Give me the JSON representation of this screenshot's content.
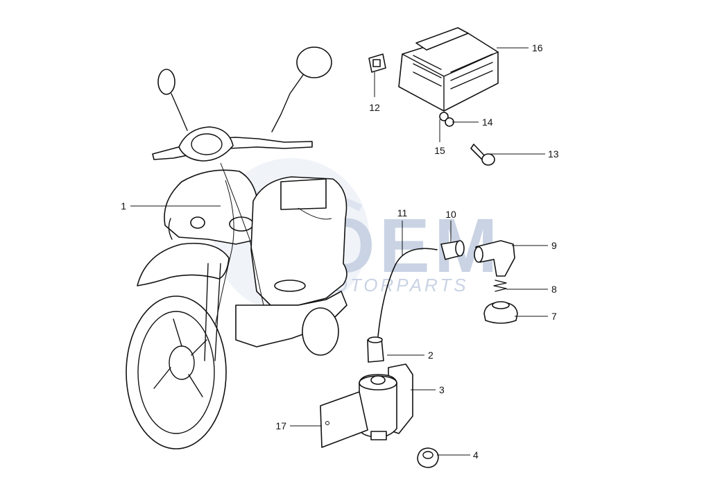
{
  "watermark": {
    "brand": "OEM",
    "tagline": "MOTORPARTS",
    "color": "#c9d3e4"
  },
  "callouts": {
    "c1": "1",
    "c2": "2",
    "c3": "3",
    "c4": "4",
    "c7": "7",
    "c8": "8",
    "c9": "9",
    "c10": "10",
    "c11": "11",
    "c12": "12",
    "c13": "13",
    "c14": "14",
    "c15": "15",
    "c16": "16",
    "c17": "17"
  }
}
